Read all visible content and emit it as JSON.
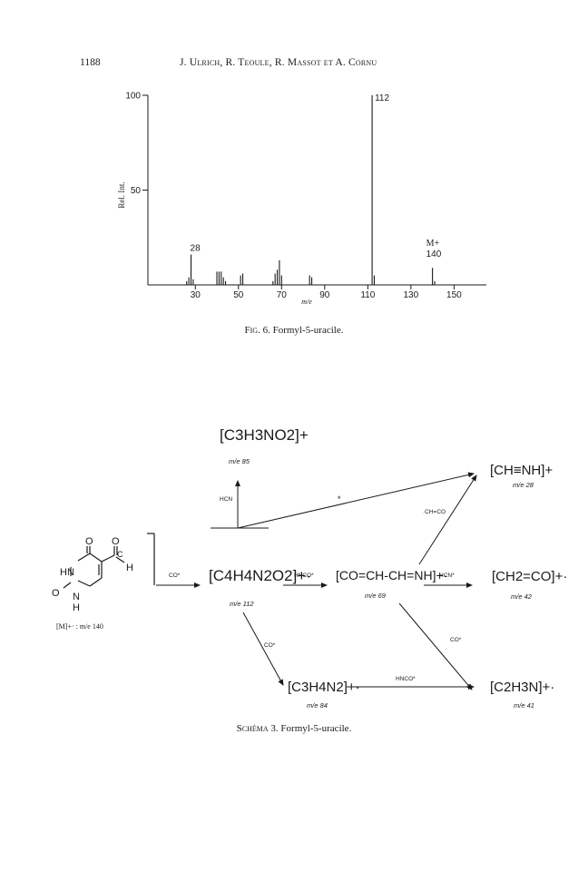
{
  "header": {
    "page_number": "1188",
    "authors": "J. Ulrich, R. Teoule, R. Massot et A. Cornu"
  },
  "figure": {
    "caption_label": "Fig. 6.",
    "caption_text": "Formyl-5-uracile."
  },
  "chart_data": {
    "type": "bar",
    "ylabel": "Rel. Int.",
    "xlabel": "m/e",
    "xlim": [
      8,
      165
    ],
    "ylim": [
      0,
      100
    ],
    "y_ticks": [
      "100",
      "50"
    ],
    "x_ticks": [
      "30",
      "50",
      "70",
      "90",
      "110",
      "130",
      "150"
    ],
    "x_tick_values": [
      30,
      50,
      70,
      90,
      110,
      130,
      150
    ],
    "peaks": [
      {
        "mz": 26,
        "intensity": 2
      },
      {
        "mz": 27,
        "intensity": 4
      },
      {
        "mz": 28,
        "intensity": 16
      },
      {
        "mz": 29,
        "intensity": 3
      },
      {
        "mz": 40,
        "intensity": 7
      },
      {
        "mz": 41,
        "intensity": 7
      },
      {
        "mz": 42,
        "intensity": 7
      },
      {
        "mz": 43,
        "intensity": 4
      },
      {
        "mz": 44,
        "intensity": 2
      },
      {
        "mz": 51,
        "intensity": 5
      },
      {
        "mz": 52,
        "intensity": 6
      },
      {
        "mz": 66,
        "intensity": 2
      },
      {
        "mz": 67,
        "intensity": 6
      },
      {
        "mz": 68,
        "intensity": 8
      },
      {
        "mz": 69,
        "intensity": 13
      },
      {
        "mz": 70,
        "intensity": 5
      },
      {
        "mz": 83,
        "intensity": 5
      },
      {
        "mz": 84,
        "intensity": 4
      },
      {
        "mz": 112,
        "intensity": 100
      },
      {
        "mz": 113,
        "intensity": 5
      },
      {
        "mz": 140,
        "intensity": 9
      },
      {
        "mz": 141,
        "intensity": 2
      }
    ],
    "annotations": [
      {
        "text": "112",
        "mz": 112
      },
      {
        "text": "28",
        "mz": 28
      },
      {
        "text": "M+",
        "mz": 140
      },
      {
        "text": "140",
        "mz": 140
      }
    ]
  },
  "scheme": {
    "caption_label": "Schéma 3.",
    "caption_text": "Formyl-5-uracile.",
    "species": {
      "c3h3no2": {
        "formula": "[C3H3NO2]+",
        "mz": "m/e 85"
      },
      "chnh": {
        "formula": "[CH≡NH]+",
        "mz": "m/e 28"
      },
      "c4h4n2o2": {
        "formula": "[C4H4N2O2]+·",
        "mz": "m/e 112"
      },
      "co_chain": {
        "formula": "[CO=CH-CH=NH]+·",
        "mz": "m/e 69"
      },
      "ch2co": {
        "formula": "[CH2=CO]+·",
        "mz": "m/e 42"
      },
      "c3h4n2": {
        "formula": "[C3H4N2]+·",
        "mz": "m/e 84"
      },
      "c2h3n": {
        "formula": "[C2H3N]+·",
        "mz": "m/e 41"
      },
      "molecule": {
        "label": "[M]+· : m/e 140",
        "o1": "O",
        "o2": "O",
        "o3": "O",
        "hn": "HN",
        "n": "N",
        "h": "H",
        "h_ald": "H",
        "c": "C"
      }
    },
    "arrows": {
      "hcn_up": "HCN",
      "star": "*",
      "ch_co": "·CH=CO",
      "co1": "CO*",
      "hnco1": "HNCO*",
      "hcn2": "HCN*",
      "co2": "CO*",
      "co3": "CO*",
      "hnco2": "HNCO*"
    }
  }
}
